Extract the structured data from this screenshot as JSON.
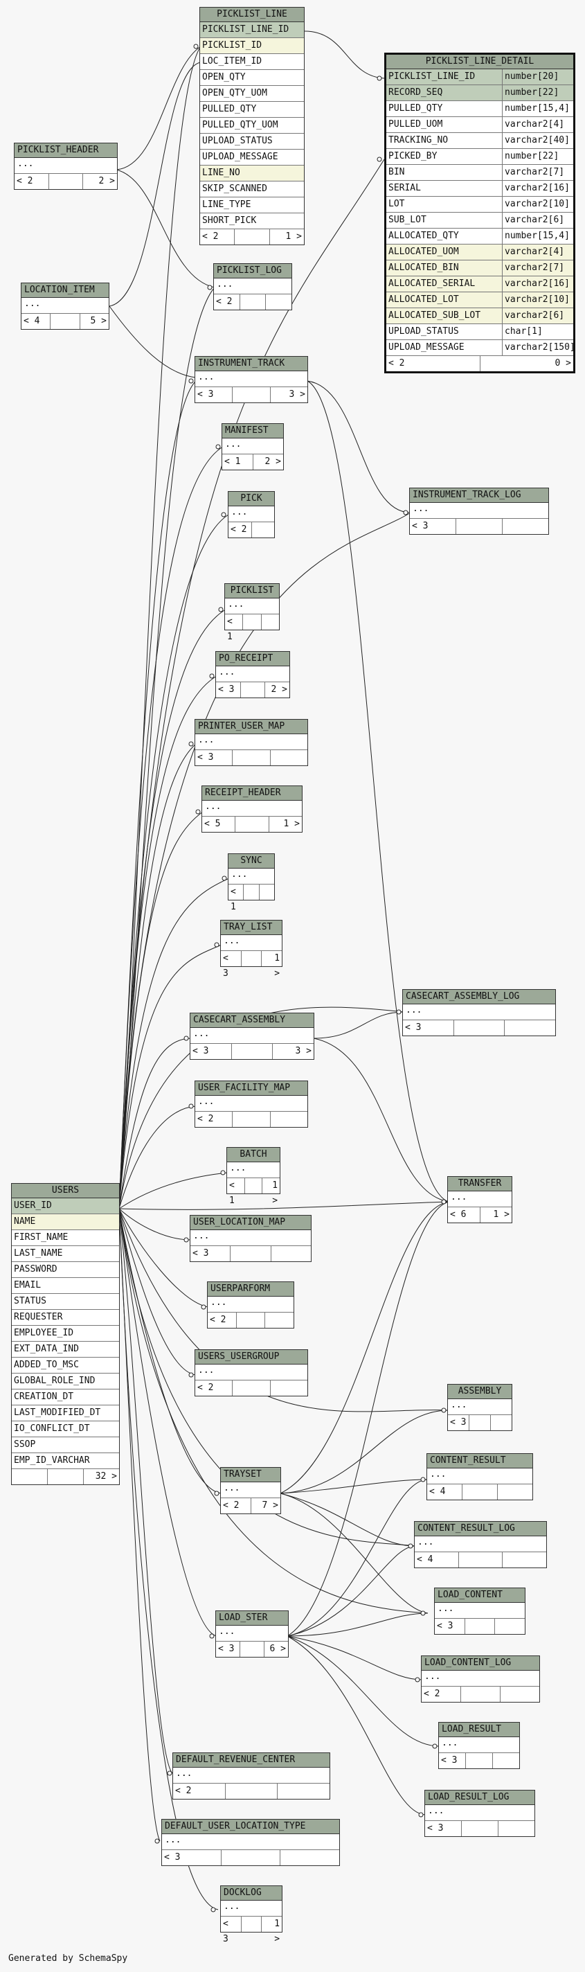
{
  "footer": "Generated by SchemaSpy",
  "tables": {
    "picklist_line": {
      "name": "PICKLIST_LINE",
      "columns": [
        "PICKLIST_LINE_ID",
        "PICKLIST_ID",
        "LOC_ITEM_ID",
        "OPEN_QTY",
        "OPEN_QTY_UOM",
        "PULLED_QTY",
        "PULLED_QTY_UOM",
        "UPLOAD_STATUS",
        "UPLOAD_MESSAGE",
        "LINE_NO",
        "SKIP_SCANNED",
        "LINE_TYPE",
        "SHORT_PICK"
      ],
      "parents": "< 2",
      "children": "1 >"
    },
    "picklist_line_detail": {
      "name": "PICKLIST_LINE_DETAIL",
      "columns": [
        {
          "n": "PICKLIST_LINE_ID",
          "t": "number[20]"
        },
        {
          "n": "RECORD_SEQ",
          "t": "number[22]"
        },
        {
          "n": "PULLED_QTY",
          "t": "number[15,4]"
        },
        {
          "n": "PULLED_UOM",
          "t": "varchar2[4]"
        },
        {
          "n": "TRACKING_NO",
          "t": "varchar2[40]"
        },
        {
          "n": "PICKED_BY",
          "t": "number[22]"
        },
        {
          "n": "BIN",
          "t": "varchar2[7]"
        },
        {
          "n": "SERIAL",
          "t": "varchar2[16]"
        },
        {
          "n": "LOT",
          "t": "varchar2[10]"
        },
        {
          "n": "SUB_LOT",
          "t": "varchar2[6]"
        },
        {
          "n": "ALLOCATED_QTY",
          "t": "number[15,4]"
        },
        {
          "n": "ALLOCATED_UOM",
          "t": "varchar2[4]"
        },
        {
          "n": "ALLOCATED_BIN",
          "t": "varchar2[7]"
        },
        {
          "n": "ALLOCATED_SERIAL",
          "t": "varchar2[16]"
        },
        {
          "n": "ALLOCATED_LOT",
          "t": "varchar2[10]"
        },
        {
          "n": "ALLOCATED_SUB_LOT",
          "t": "varchar2[6]"
        },
        {
          "n": "UPLOAD_STATUS",
          "t": "char[1]"
        },
        {
          "n": "UPLOAD_MESSAGE",
          "t": "varchar2[150]"
        }
      ],
      "parents": "< 2",
      "children": "0 >"
    },
    "picklist_header": {
      "name": "PICKLIST_HEADER",
      "ellipsis": "...",
      "parents": "< 2",
      "children": "2 >"
    },
    "location_item": {
      "name": "LOCATION_ITEM",
      "ellipsis": "...",
      "parents": "< 4",
      "children": "5 >"
    },
    "picklist_log": {
      "name": "PICKLIST_LOG",
      "ellipsis": "...",
      "parents": "< 2",
      "children": ""
    },
    "instrument_track": {
      "name": "INSTRUMENT_TRACK",
      "ellipsis": "...",
      "parents": "< 3",
      "children": "3 >"
    },
    "manifest": {
      "name": "MANIFEST",
      "ellipsis": "...",
      "parents": "< 1",
      "children": "2 >"
    },
    "pick": {
      "name": "PICK",
      "ellipsis": "...",
      "parents": "< 2",
      "children": ""
    },
    "instrument_track_log": {
      "name": "INSTRUMENT_TRACK_LOG",
      "ellipsis": "...",
      "parents": "< 3",
      "children": ""
    },
    "picklist": {
      "name": "PICKLIST",
      "ellipsis": "...",
      "parents": "< 1",
      "children": ""
    },
    "po_receipt": {
      "name": "PO_RECEIPT",
      "ellipsis": "...",
      "parents": "< 3",
      "children": "2 >"
    },
    "printer_user_map": {
      "name": "PRINTER_USER_MAP",
      "ellipsis": "...",
      "parents": "< 3",
      "children": ""
    },
    "receipt_header": {
      "name": "RECEIPT_HEADER",
      "ellipsis": "...",
      "parents": "< 5",
      "children": "1 >"
    },
    "sync": {
      "name": "SYNC",
      "ellipsis": "...",
      "parents": "< 1",
      "children": ""
    },
    "tray_list": {
      "name": "TRAY_LIST",
      "ellipsis": "...",
      "parents": "< 3",
      "children": "1 >"
    },
    "casecart_assembly_log": {
      "name": "CASECART_ASSEMBLY_LOG",
      "ellipsis": "...",
      "parents": "< 3",
      "children": ""
    },
    "casecart_assembly": {
      "name": "CASECART_ASSEMBLY",
      "ellipsis": "...",
      "parents": "< 3",
      "children": "3 >"
    },
    "user_facility_map": {
      "name": "USER_FACILITY_MAP",
      "ellipsis": "...",
      "parents": "< 2",
      "children": ""
    },
    "batch": {
      "name": "BATCH",
      "ellipsis": "...",
      "parents": "< 1",
      "children": "1 >"
    },
    "transfer": {
      "name": "TRANSFER",
      "ellipsis": "...",
      "parents": "< 6",
      "children": "1 >"
    },
    "users": {
      "name": "USERS",
      "columns": [
        "USER_ID",
        "NAME",
        "FIRST_NAME",
        "LAST_NAME",
        "PASSWORD",
        "EMAIL",
        "STATUS",
        "REQUESTER",
        "EMPLOYEE_ID",
        "EXT_DATA_IND",
        "ADDED_TO_MSC",
        "GLOBAL_ROLE_IND",
        "CREATION_DT",
        "LAST_MODIFIED_DT",
        "IO_CONFLICT_DT",
        "SSOP",
        "EMP_ID_VARCHAR"
      ],
      "parents": "",
      "children": "32 >"
    },
    "user_location_map": {
      "name": "USER_LOCATION_MAP",
      "ellipsis": "...",
      "parents": "< 3",
      "children": ""
    },
    "userparform": {
      "name": "USERPARFORM",
      "ellipsis": "...",
      "parents": "< 2",
      "children": ""
    },
    "users_usergroup": {
      "name": "USERS_USERGROUP",
      "ellipsis": "...",
      "parents": "< 2",
      "children": ""
    },
    "assembly": {
      "name": "ASSEMBLY",
      "ellipsis": "...",
      "parents": "< 3",
      "children": ""
    },
    "trayset": {
      "name": "TRAYSET",
      "ellipsis": "...",
      "parents": "< 2",
      "children": "7 >"
    },
    "content_result": {
      "name": "CONTENT_RESULT",
      "ellipsis": "...",
      "parents": "< 4",
      "children": ""
    },
    "content_result_log": {
      "name": "CONTENT_RESULT_LOG",
      "ellipsis": "...",
      "parents": "< 4",
      "children": ""
    },
    "load_content": {
      "name": "LOAD_CONTENT",
      "ellipsis": "...",
      "parents": "< 3",
      "children": ""
    },
    "load_ster": {
      "name": "LOAD_STER",
      "ellipsis": "...",
      "parents": "< 3",
      "children": "6 >"
    },
    "load_content_log": {
      "name": "LOAD_CONTENT_LOG",
      "ellipsis": "...",
      "parents": "< 2",
      "children": ""
    },
    "load_result": {
      "name": "LOAD_RESULT",
      "ellipsis": "...",
      "parents": "< 3",
      "children": ""
    },
    "load_result_log": {
      "name": "LOAD_RESULT_LOG",
      "ellipsis": "...",
      "parents": "< 3",
      "children": ""
    },
    "default_revenue_center": {
      "name": "DEFAULT_REVENUE_CENTER",
      "ellipsis": "...",
      "parents": "< 2",
      "children": ""
    },
    "default_user_location_type": {
      "name": "DEFAULT_USER_LOCATION_TYPE",
      "ellipsis": "...",
      "parents": "< 3",
      "children": ""
    },
    "docklog": {
      "name": "DOCKLOG",
      "ellipsis": "...",
      "parents": "< 3",
      "children": "1 >"
    }
  }
}
